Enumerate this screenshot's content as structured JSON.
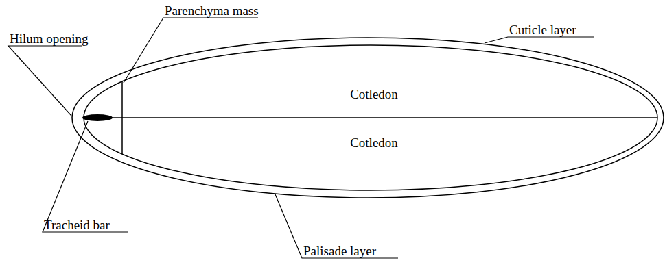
{
  "diagram": {
    "labels": [
      "Parenchyma mass",
      "Cuticle layer",
      "Hilum opening",
      "Cotledon",
      "Cotledon",
      "Tracheid bar",
      "Palisade layer"
    ]
  }
}
